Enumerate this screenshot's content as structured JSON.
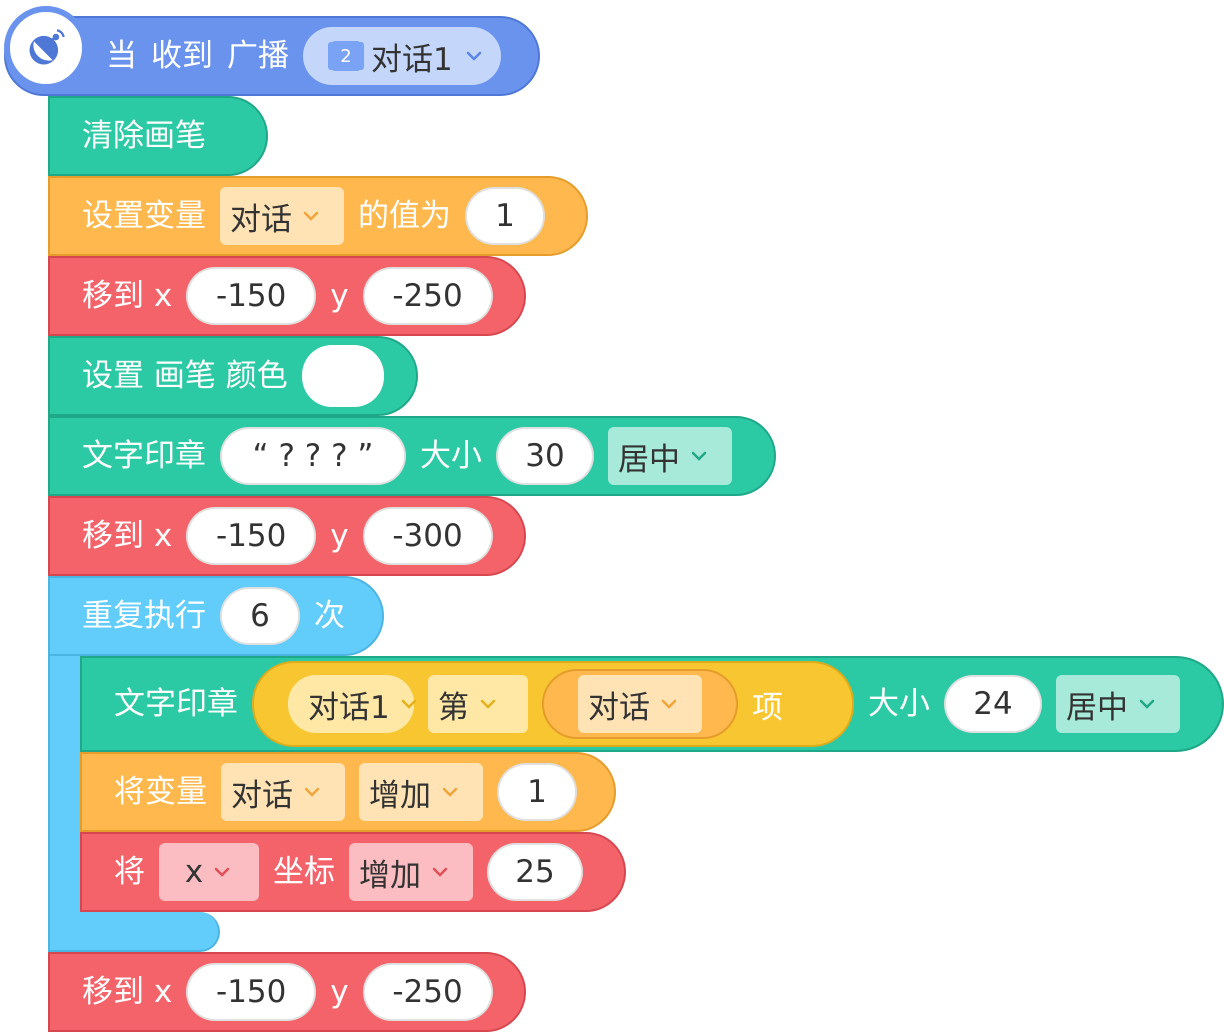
{
  "hat": {
    "when": "当",
    "received": "收到",
    "broadcast": "广播",
    "message_index": "2",
    "message": "对话1"
  },
  "clear_pen": {
    "label": "清除画笔"
  },
  "set_var": {
    "label": "设置变量",
    "var": "对话",
    "value_label": "的值为",
    "value": "1"
  },
  "move1": {
    "label": "移到 x",
    "x": "-150",
    "y_label": "y",
    "y": "-250"
  },
  "set_pen_color": {
    "label": "设置 画笔 颜色",
    "color": "#ffffff"
  },
  "stamp1": {
    "label": "文字印章",
    "text": "“ ? ? ? ”",
    "size_label": "大小",
    "size": "30",
    "align": "居中"
  },
  "move2": {
    "label": "移到 x",
    "x": "-150",
    "y_label": "y",
    "y": "-300"
  },
  "repeat": {
    "label": "重复执行",
    "count": "6",
    "suffix": "次"
  },
  "stamp2": {
    "label": "文字印章",
    "list": "对话1",
    "nth": "第",
    "item_var": "对话",
    "item_suffix": "项",
    "size_label": "大小",
    "size": "24",
    "align": "居中"
  },
  "change_var": {
    "label": "将变量",
    "var": "对话",
    "op": "增加",
    "value": "1"
  },
  "change_x": {
    "label": "将",
    "axis": "x",
    "coord": "坐标",
    "op": "增加",
    "value": "25"
  },
  "move3": {
    "label": "移到 x",
    "x": "-150",
    "y_label": "y",
    "y": "-250"
  },
  "colors": {
    "hat": "#6a93ee",
    "teal": "#2cc9a5",
    "orange": "#ffb84d",
    "red": "#f4636a",
    "loop": "#62ccfb",
    "yellow": "#f7c630"
  }
}
